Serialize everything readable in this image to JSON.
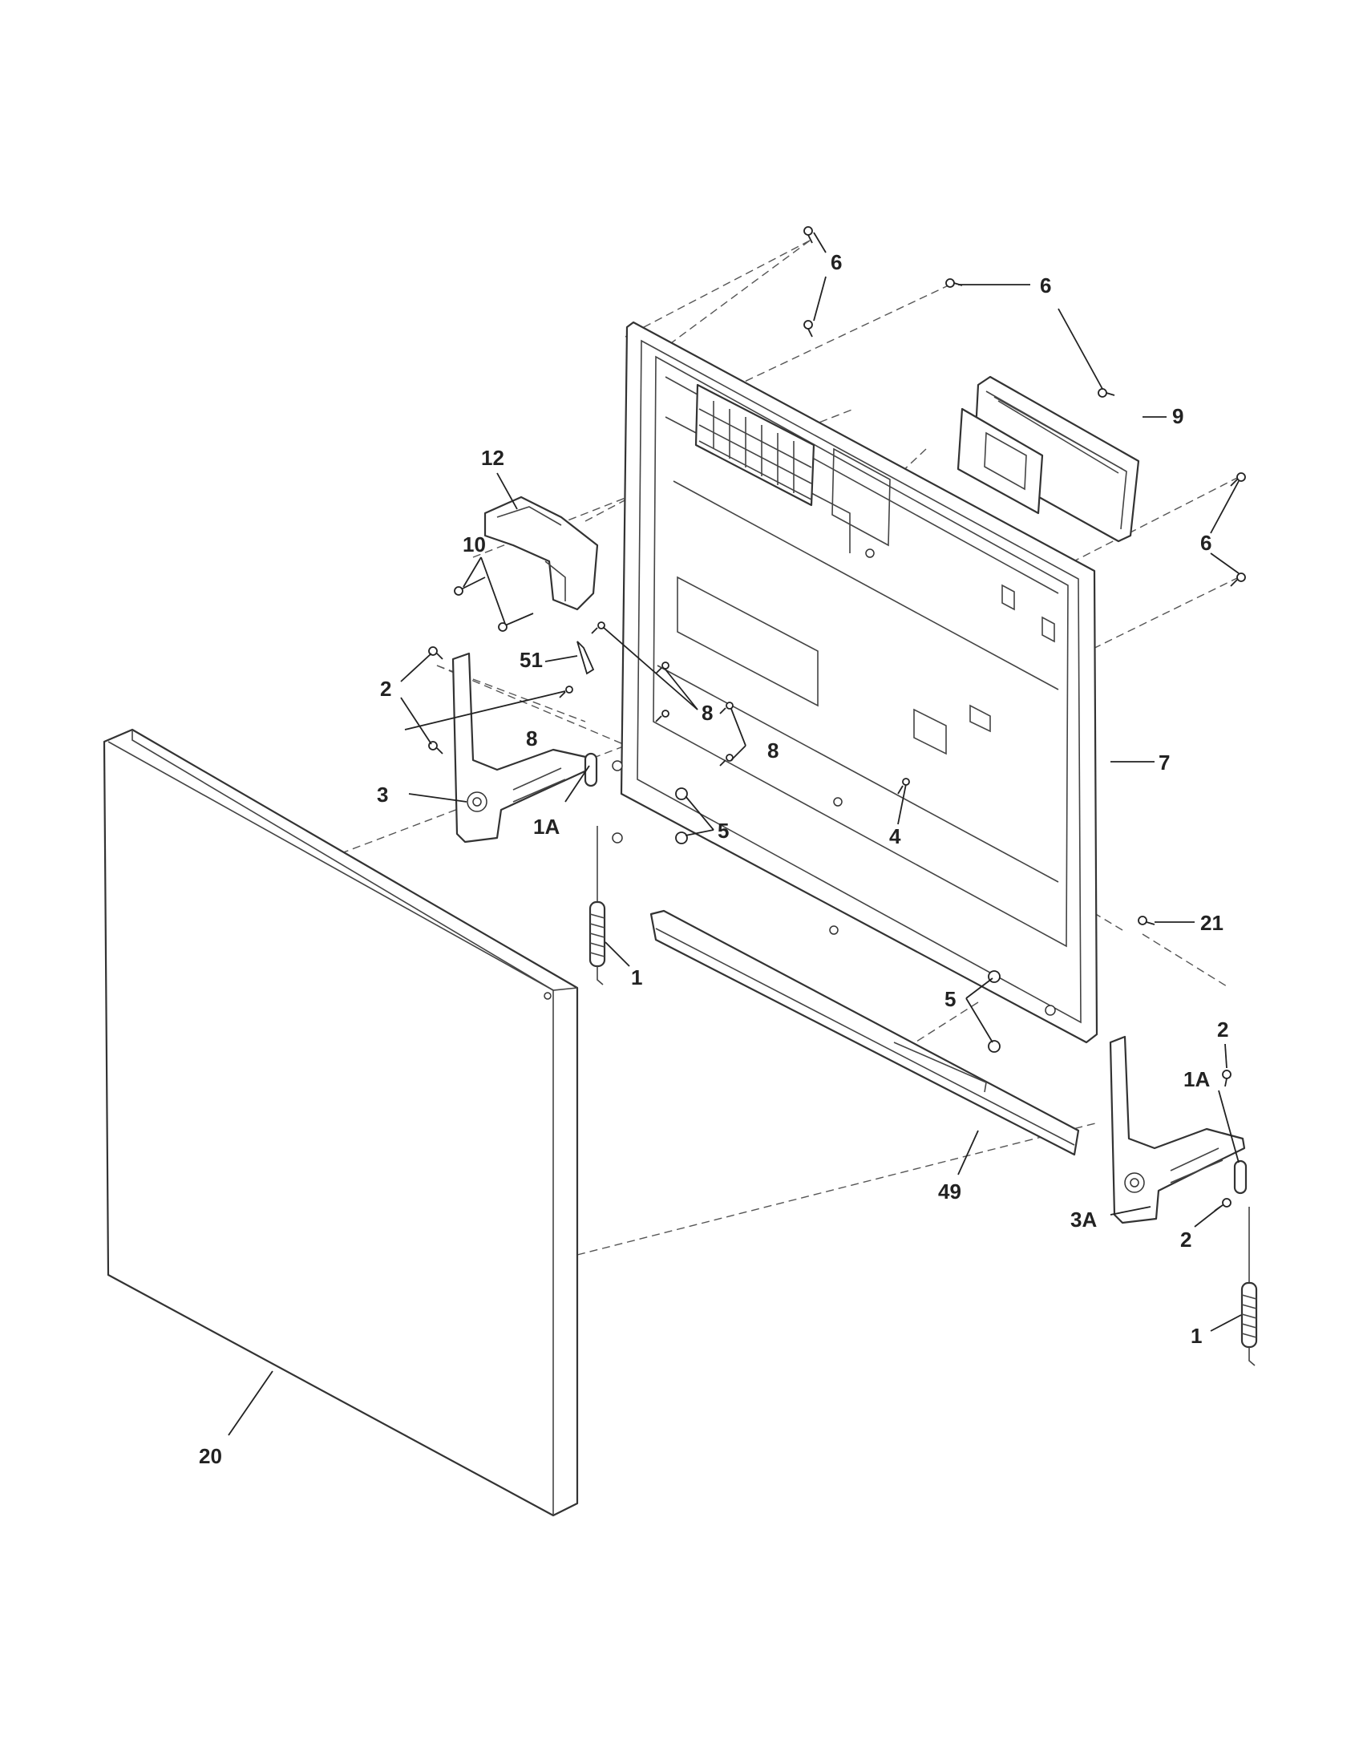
{
  "diagram": {
    "callouts": [
      "1",
      "1A",
      "2",
      "3",
      "3A",
      "4",
      "5",
      "6",
      "7",
      "8",
      "9",
      "10",
      "12",
      "20",
      "21",
      "49",
      "51"
    ]
  }
}
